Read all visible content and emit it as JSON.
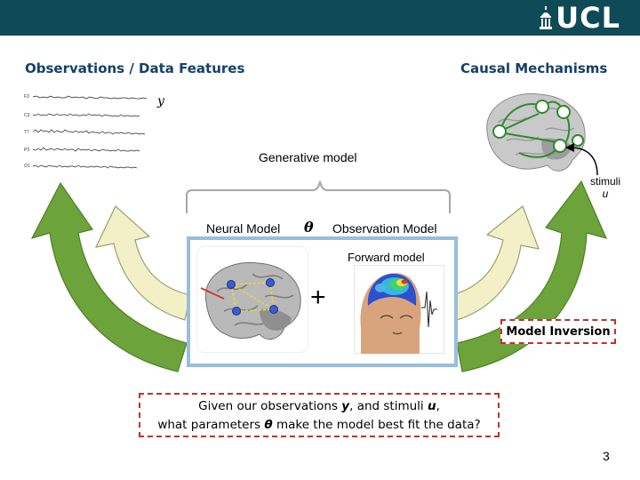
{
  "header": {
    "logo_text": "UCL",
    "bar_color": "#0f4a57"
  },
  "headings": {
    "left": "Observations / Data Features",
    "right": "Causal Mechanisms",
    "color": "#13416a"
  },
  "observations": {
    "variable": "y",
    "channel_labels": [
      "F3",
      "C3",
      "T7",
      "P3",
      "O1"
    ]
  },
  "generative": {
    "label": "Generative model",
    "stimuli_label": "stimuli",
    "stimuli_var": "u"
  },
  "model": {
    "neural_label": "Neural Model",
    "theta": "θ",
    "observation_label": "Observation Model",
    "forward_label": "Forward model",
    "plus": "+"
  },
  "inversion": {
    "label": "Model Inversion"
  },
  "question": {
    "line1_pre": "Given our observations ",
    "var_y": "y",
    "line1_mid": ", and stimuli ",
    "var_u": "u",
    "line1_end": ",",
    "line2_pre": "what parameters ",
    "var_theta": "θ",
    "line2_post": " make the model best fit the data?"
  },
  "colors": {
    "arrow_green": "#6ca33a",
    "arrow_cream": "#f3f0c8",
    "panel_border": "#97bedd",
    "dashed_red": "#c0302e"
  },
  "page_number": "3"
}
